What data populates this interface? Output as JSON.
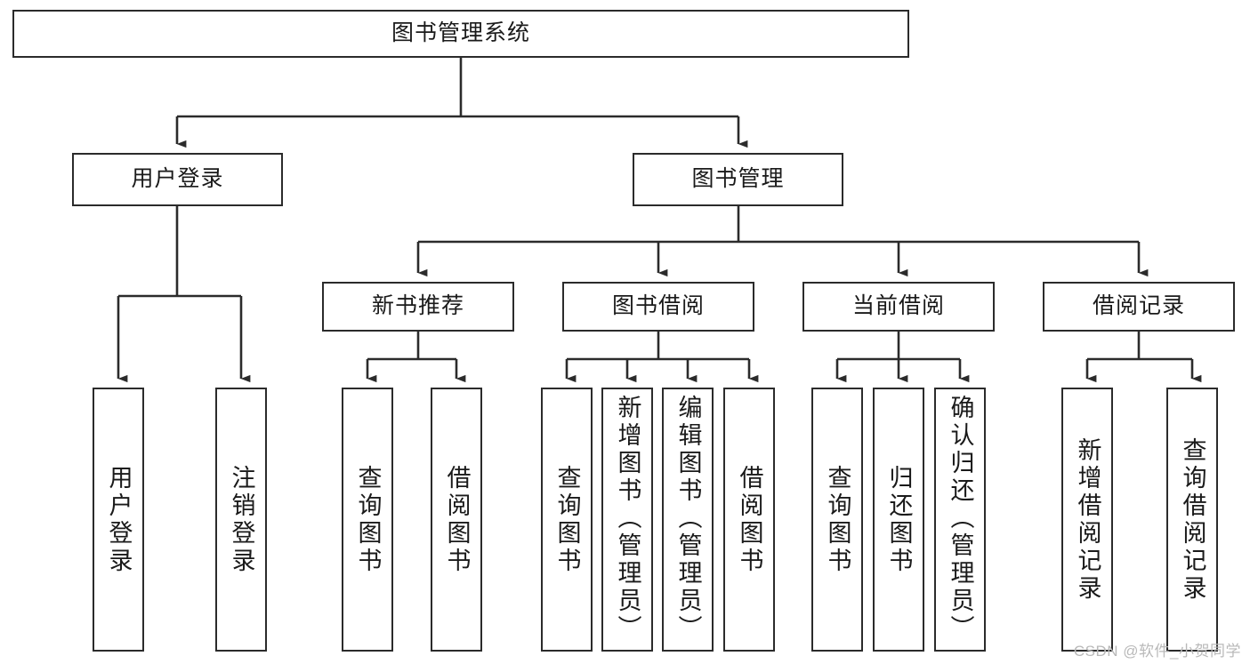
{
  "diagram": {
    "title": "图书管理系统",
    "type": "tree",
    "root": {
      "label": "图书管理系统"
    },
    "level2": [
      {
        "label": "用户登录"
      },
      {
        "label": "图书管理"
      }
    ],
    "level3": [
      {
        "label": "新书推荐"
      },
      {
        "label": "图书借阅"
      },
      {
        "label": "当前借阅"
      },
      {
        "label": "借阅记录"
      }
    ],
    "leaves": [
      {
        "label": "用户登录",
        "parent": "用户登录"
      },
      {
        "label": "注销登录",
        "parent": "用户登录"
      },
      {
        "label": "查询图书",
        "parent": "新书推荐"
      },
      {
        "label": "借阅图书",
        "parent": "新书推荐"
      },
      {
        "label": "查询图书",
        "parent": "图书借阅"
      },
      {
        "label": "新增图书（管理员）",
        "parent": "图书借阅"
      },
      {
        "label": "编辑图书（管理员）",
        "parent": "图书借阅"
      },
      {
        "label": "借阅图书",
        "parent": "图书借阅"
      },
      {
        "label": "查询图书",
        "parent": "当前借阅"
      },
      {
        "label": "归还图书",
        "parent": "当前借阅"
      },
      {
        "label": "确认归还（管理员）",
        "parent": "当前借阅"
      },
      {
        "label": "新增借阅记录",
        "parent": "借阅记录"
      },
      {
        "label": "查询借阅记录",
        "parent": "借阅记录"
      }
    ],
    "colors": {
      "stroke": "#2b2b2b",
      "fill": "#ffffff",
      "text": "#1a1a1a",
      "watermark": "#b9b9b9"
    }
  },
  "watermark": {
    "text": "CSDN @软件_小贺同学"
  }
}
